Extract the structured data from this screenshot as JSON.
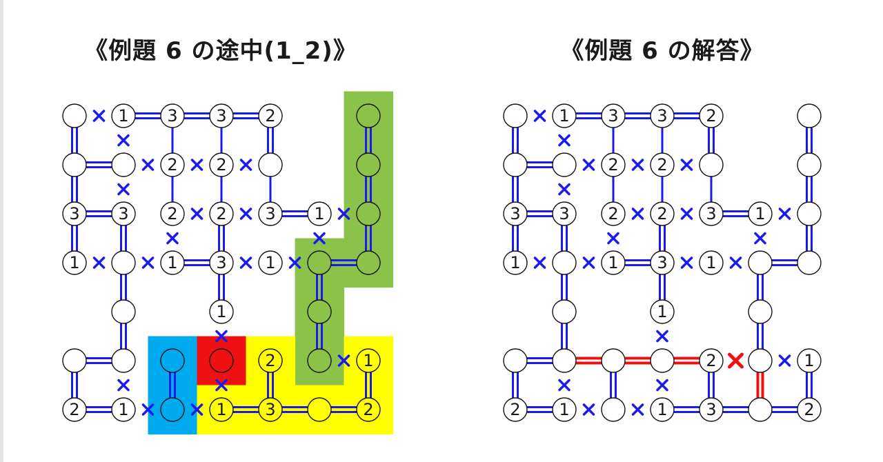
{
  "left_panel": {
    "title": "《例題 6 の途中(1_2)》",
    "cols": 7,
    "rows": 7,
    "nodes": [
      [
        0,
        0,
        ""
      ],
      [
        1,
        0,
        "1"
      ],
      [
        2,
        0,
        "3"
      ],
      [
        3,
        0,
        "3"
      ],
      [
        4,
        0,
        "2"
      ],
      [
        6,
        0,
        ""
      ],
      [
        0,
        1,
        ""
      ],
      [
        1,
        1,
        ""
      ],
      [
        2,
        1,
        "2"
      ],
      [
        3,
        1,
        "2"
      ],
      [
        4,
        1,
        ""
      ],
      [
        6,
        1,
        ""
      ],
      [
        0,
        2,
        "3"
      ],
      [
        1,
        2,
        "3"
      ],
      [
        2,
        2,
        "2"
      ],
      [
        3,
        2,
        "2"
      ],
      [
        4,
        2,
        "3"
      ],
      [
        5,
        2,
        "1"
      ],
      [
        6,
        2,
        ""
      ],
      [
        0,
        3,
        "1"
      ],
      [
        1,
        3,
        ""
      ],
      [
        2,
        3,
        "1"
      ],
      [
        3,
        3,
        "3"
      ],
      [
        4,
        3,
        "1"
      ],
      [
        5,
        3,
        ""
      ],
      [
        6,
        3,
        ""
      ],
      [
        1,
        4,
        ""
      ],
      [
        3,
        4,
        "1"
      ],
      [
        5,
        4,
        ""
      ],
      [
        0,
        5,
        ""
      ],
      [
        1,
        5,
        ""
      ],
      [
        2,
        5,
        ""
      ],
      [
        3,
        5,
        ""
      ],
      [
        4,
        5,
        "2"
      ],
      [
        5,
        5,
        ""
      ],
      [
        6,
        5,
        "1"
      ],
      [
        0,
        6,
        "2"
      ],
      [
        1,
        6,
        "1"
      ],
      [
        2,
        6,
        ""
      ],
      [
        3,
        6,
        "1"
      ],
      [
        4,
        6,
        "3"
      ],
      [
        5,
        6,
        ""
      ],
      [
        6,
        6,
        "2"
      ]
    ],
    "highlights": [
      {
        "color": "#8bc34a",
        "cells": [
          [
            6,
            0
          ],
          [
            6,
            1
          ],
          [
            6,
            2
          ],
          [
            6,
            3
          ],
          [
            5,
            3
          ],
          [
            5,
            4
          ],
          [
            5,
            5
          ]
        ]
      },
      {
        "color": "#00aaee",
        "cells": [
          [
            2,
            5
          ],
          [
            2,
            6
          ]
        ]
      },
      {
        "color": "#ee1111",
        "cells": [
          [
            3,
            5
          ]
        ]
      },
      {
        "color": "#ffff00",
        "cells": [
          [
            4,
            5
          ],
          [
            6,
            5
          ],
          [
            3,
            6
          ],
          [
            4,
            6
          ],
          [
            5,
            6
          ],
          [
            6,
            6
          ]
        ]
      }
    ],
    "bridges": [
      [
        1,
        0,
        2,
        0,
        2,
        "blue"
      ],
      [
        2,
        0,
        3,
        0,
        2,
        "blue"
      ],
      [
        3,
        0,
        4,
        0,
        2,
        "blue"
      ],
      [
        0,
        0,
        0,
        1,
        2,
        "blue"
      ],
      [
        2,
        0,
        2,
        1,
        1,
        "blue"
      ],
      [
        3,
        0,
        3,
        1,
        1,
        "blue"
      ],
      [
        4,
        0,
        4,
        1,
        2,
        "blue"
      ],
      [
        6,
        0,
        6,
        1,
        2,
        "blue"
      ],
      [
        0,
        1,
        1,
        1,
        2,
        "blue"
      ],
      [
        0,
        1,
        0,
        2,
        2,
        "blue"
      ],
      [
        2,
        1,
        2,
        2,
        1,
        "blue"
      ],
      [
        3,
        1,
        3,
        2,
        1,
        "blue"
      ],
      [
        4,
        1,
        4,
        2,
        1,
        "blue"
      ],
      [
        6,
        1,
        6,
        2,
        2,
        "blue"
      ],
      [
        0,
        2,
        1,
        2,
        2,
        "blue"
      ],
      [
        4,
        2,
        5,
        2,
        2,
        "blue"
      ],
      [
        0,
        2,
        0,
        3,
        2,
        "blue"
      ],
      [
        1,
        2,
        1,
        3,
        2,
        "blue"
      ],
      [
        3,
        2,
        3,
        3,
        2,
        "blue"
      ],
      [
        6,
        2,
        6,
        3,
        2,
        "blue"
      ],
      [
        2,
        3,
        3,
        3,
        2,
        "blue"
      ],
      [
        5,
        3,
        6,
        3,
        2,
        "blue"
      ],
      [
        1,
        3,
        1,
        4,
        2,
        "blue"
      ],
      [
        3,
        3,
        3,
        4,
        2,
        "blue"
      ],
      [
        5,
        3,
        5,
        4,
        2,
        "blue"
      ],
      [
        1,
        4,
        1,
        5,
        2,
        "blue"
      ],
      [
        5,
        4,
        5,
        5,
        2,
        "blue"
      ],
      [
        0,
        5,
        1,
        5,
        2,
        "blue"
      ],
      [
        0,
        5,
        0,
        6,
        2,
        "blue"
      ],
      [
        2,
        5,
        2,
        6,
        2,
        "blue"
      ],
      [
        4,
        5,
        4,
        6,
        2,
        "blue"
      ],
      [
        6,
        5,
        6,
        6,
        2,
        "blue"
      ],
      [
        0,
        6,
        1,
        6,
        2,
        "blue"
      ],
      [
        3,
        6,
        4,
        6,
        2,
        "blue"
      ],
      [
        4,
        6,
        5,
        6,
        2,
        "blue"
      ],
      [
        5,
        6,
        6,
        6,
        2,
        "blue"
      ]
    ],
    "crosses": [
      [
        0,
        0,
        1,
        0,
        "blue"
      ],
      [
        1,
        0,
        1,
        1,
        "blue"
      ],
      [
        1,
        1,
        2,
        1,
        "blue"
      ],
      [
        2,
        1,
        3,
        1,
        "blue"
      ],
      [
        3,
        1,
        4,
        1,
        "blue"
      ],
      [
        1,
        1,
        1,
        2,
        "blue"
      ],
      [
        2,
        2,
        3,
        2,
        "blue"
      ],
      [
        3,
        2,
        4,
        2,
        "blue"
      ],
      [
        5,
        2,
        6,
        2,
        "blue"
      ],
      [
        2,
        2,
        2,
        3,
        "blue"
      ],
      [
        5,
        2,
        5,
        3,
        "blue"
      ],
      [
        0,
        3,
        1,
        3,
        "blue"
      ],
      [
        1,
        3,
        2,
        3,
        "blue"
      ],
      [
        3,
        3,
        4,
        3,
        "blue"
      ],
      [
        4,
        3,
        5,
        3,
        "blue"
      ],
      [
        3,
        4,
        3,
        5,
        "blue"
      ],
      [
        5,
        5,
        6,
        5,
        "blue"
      ],
      [
        1,
        5,
        1,
        6,
        "blue"
      ],
      [
        3,
        5,
        3,
        6,
        "blue"
      ],
      [
        1,
        6,
        2,
        6,
        "blue"
      ],
      [
        2,
        6,
        3,
        6,
        "blue"
      ]
    ]
  },
  "right_panel": {
    "title": "《例題 6 の解答》",
    "cols": 7,
    "rows": 7,
    "nodes": [
      [
        0,
        0,
        ""
      ],
      [
        1,
        0,
        "1"
      ],
      [
        2,
        0,
        "3"
      ],
      [
        3,
        0,
        "3"
      ],
      [
        4,
        0,
        "2"
      ],
      [
        6,
        0,
        ""
      ],
      [
        0,
        1,
        ""
      ],
      [
        1,
        1,
        ""
      ],
      [
        2,
        1,
        "2"
      ],
      [
        3,
        1,
        "2"
      ],
      [
        4,
        1,
        ""
      ],
      [
        6,
        1,
        ""
      ],
      [
        0,
        2,
        "3"
      ],
      [
        1,
        2,
        "3"
      ],
      [
        2,
        2,
        "2"
      ],
      [
        3,
        2,
        "2"
      ],
      [
        4,
        2,
        "3"
      ],
      [
        5,
        2,
        "1"
      ],
      [
        6,
        2,
        ""
      ],
      [
        0,
        3,
        "1"
      ],
      [
        1,
        3,
        ""
      ],
      [
        2,
        3,
        "1"
      ],
      [
        3,
        3,
        "3"
      ],
      [
        4,
        3,
        "1"
      ],
      [
        5,
        3,
        ""
      ],
      [
        6,
        3,
        ""
      ],
      [
        1,
        4,
        ""
      ],
      [
        3,
        4,
        "1"
      ],
      [
        5,
        4,
        ""
      ],
      [
        0,
        5,
        ""
      ],
      [
        1,
        5,
        ""
      ],
      [
        2,
        5,
        ""
      ],
      [
        3,
        5,
        ""
      ],
      [
        4,
        5,
        "2"
      ],
      [
        5,
        5,
        ""
      ],
      [
        6,
        5,
        "1"
      ],
      [
        0,
        6,
        "2"
      ],
      [
        1,
        6,
        "1"
      ],
      [
        2,
        6,
        ""
      ],
      [
        3,
        6,
        "1"
      ],
      [
        4,
        6,
        "3"
      ],
      [
        5,
        6,
        ""
      ],
      [
        6,
        6,
        "2"
      ]
    ],
    "highlights": [],
    "bridges": [
      [
        1,
        0,
        2,
        0,
        2,
        "blue"
      ],
      [
        2,
        0,
        3,
        0,
        2,
        "blue"
      ],
      [
        3,
        0,
        4,
        0,
        2,
        "blue"
      ],
      [
        0,
        0,
        0,
        1,
        2,
        "blue"
      ],
      [
        2,
        0,
        2,
        1,
        1,
        "blue"
      ],
      [
        3,
        0,
        3,
        1,
        1,
        "blue"
      ],
      [
        4,
        0,
        4,
        1,
        2,
        "blue"
      ],
      [
        6,
        0,
        6,
        1,
        2,
        "blue"
      ],
      [
        0,
        1,
        1,
        1,
        2,
        "blue"
      ],
      [
        0,
        1,
        0,
        2,
        2,
        "blue"
      ],
      [
        2,
        1,
        2,
        2,
        1,
        "blue"
      ],
      [
        3,
        1,
        3,
        2,
        1,
        "blue"
      ],
      [
        4,
        1,
        4,
        2,
        1,
        "blue"
      ],
      [
        6,
        1,
        6,
        2,
        2,
        "blue"
      ],
      [
        0,
        2,
        1,
        2,
        2,
        "blue"
      ],
      [
        4,
        2,
        5,
        2,
        2,
        "blue"
      ],
      [
        0,
        2,
        0,
        3,
        2,
        "blue"
      ],
      [
        1,
        2,
        1,
        3,
        2,
        "blue"
      ],
      [
        3,
        2,
        3,
        3,
        2,
        "blue"
      ],
      [
        6,
        2,
        6,
        3,
        2,
        "blue"
      ],
      [
        2,
        3,
        3,
        3,
        2,
        "blue"
      ],
      [
        5,
        3,
        6,
        3,
        2,
        "blue"
      ],
      [
        1,
        3,
        1,
        4,
        2,
        "blue"
      ],
      [
        3,
        3,
        3,
        4,
        2,
        "blue"
      ],
      [
        5,
        3,
        5,
        4,
        2,
        "blue"
      ],
      [
        1,
        4,
        1,
        5,
        2,
        "blue"
      ],
      [
        5,
        4,
        5,
        5,
        2,
        "blue"
      ],
      [
        0,
        5,
        1,
        5,
        2,
        "blue"
      ],
      [
        1,
        5,
        2,
        5,
        2,
        "red"
      ],
      [
        2,
        5,
        3,
        5,
        2,
        "red"
      ],
      [
        3,
        5,
        4,
        5,
        2,
        "red"
      ],
      [
        0,
        5,
        0,
        6,
        2,
        "blue"
      ],
      [
        2,
        5,
        2,
        6,
        2,
        "blue"
      ],
      [
        4,
        5,
        4,
        6,
        2,
        "blue"
      ],
      [
        6,
        5,
        6,
        6,
        2,
        "blue"
      ],
      [
        5,
        5,
        5,
        6,
        2,
        "red"
      ],
      [
        0,
        6,
        1,
        6,
        2,
        "blue"
      ],
      [
        3,
        6,
        4,
        6,
        2,
        "blue"
      ],
      [
        4,
        6,
        5,
        6,
        2,
        "blue"
      ],
      [
        5,
        6,
        6,
        6,
        2,
        "blue"
      ]
    ],
    "crosses": [
      [
        0,
        0,
        1,
        0,
        "blue"
      ],
      [
        1,
        0,
        1,
        1,
        "blue"
      ],
      [
        1,
        1,
        2,
        1,
        "blue"
      ],
      [
        2,
        1,
        3,
        1,
        "blue"
      ],
      [
        3,
        1,
        4,
        1,
        "blue"
      ],
      [
        1,
        1,
        1,
        2,
        "blue"
      ],
      [
        2,
        2,
        3,
        2,
        "blue"
      ],
      [
        3,
        2,
        4,
        2,
        "blue"
      ],
      [
        5,
        2,
        6,
        2,
        "blue"
      ],
      [
        2,
        2,
        2,
        3,
        "blue"
      ],
      [
        5,
        2,
        5,
        3,
        "blue"
      ],
      [
        0,
        3,
        1,
        3,
        "blue"
      ],
      [
        1,
        3,
        2,
        3,
        "blue"
      ],
      [
        3,
        3,
        4,
        3,
        "blue"
      ],
      [
        4,
        3,
        5,
        3,
        "blue"
      ],
      [
        3,
        4,
        3,
        5,
        "blue"
      ],
      [
        4,
        5,
        5,
        5,
        "red"
      ],
      [
        5,
        5,
        6,
        5,
        "blue"
      ],
      [
        1,
        5,
        1,
        6,
        "blue"
      ],
      [
        3,
        5,
        3,
        6,
        "blue"
      ],
      [
        1,
        6,
        2,
        6,
        "blue"
      ],
      [
        2,
        6,
        3,
        6,
        "blue"
      ]
    ]
  },
  "colors": {
    "blue": "#1a1aee",
    "red": "#ee1111",
    "circle_stroke": "#111111",
    "text": "#1a1a1a"
  }
}
